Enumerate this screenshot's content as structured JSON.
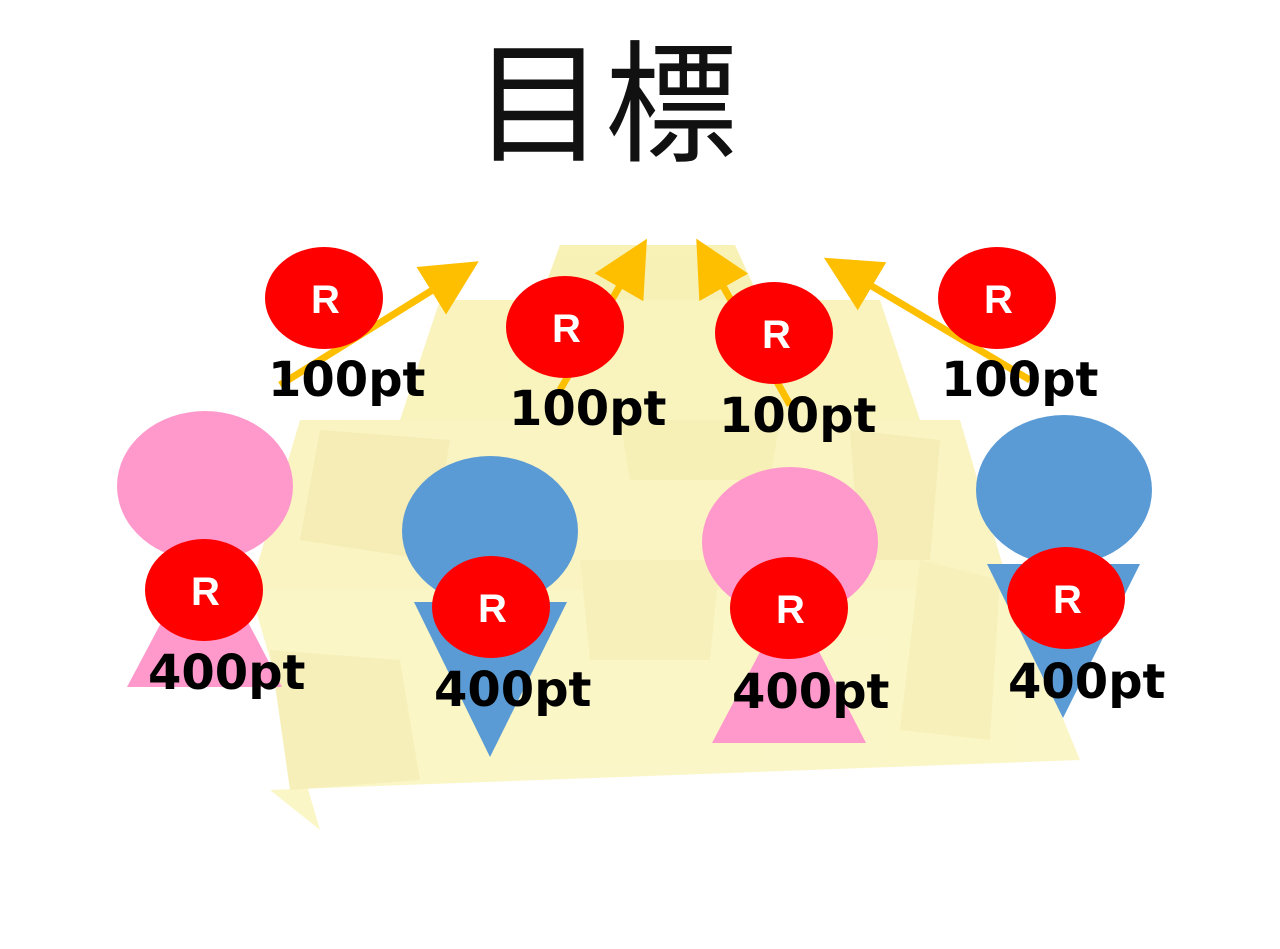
{
  "title": "目標",
  "colors": {
    "r_badge": "#ff0000",
    "arrow": "#fdbf00",
    "female": "#ff99cc",
    "male": "#5b9bd5",
    "gold_bg": "#f7ef99"
  },
  "badge_letter": "R",
  "top_row": [
    {
      "label": "100pt"
    },
    {
      "label": "100pt"
    },
    {
      "label": "100pt"
    },
    {
      "label": "100pt"
    }
  ],
  "people": [
    {
      "figure": "female",
      "label": "400pt"
    },
    {
      "figure": "male",
      "label": "400pt"
    },
    {
      "figure": "female",
      "label": "400pt"
    },
    {
      "figure": "male",
      "label": "400pt"
    }
  ]
}
